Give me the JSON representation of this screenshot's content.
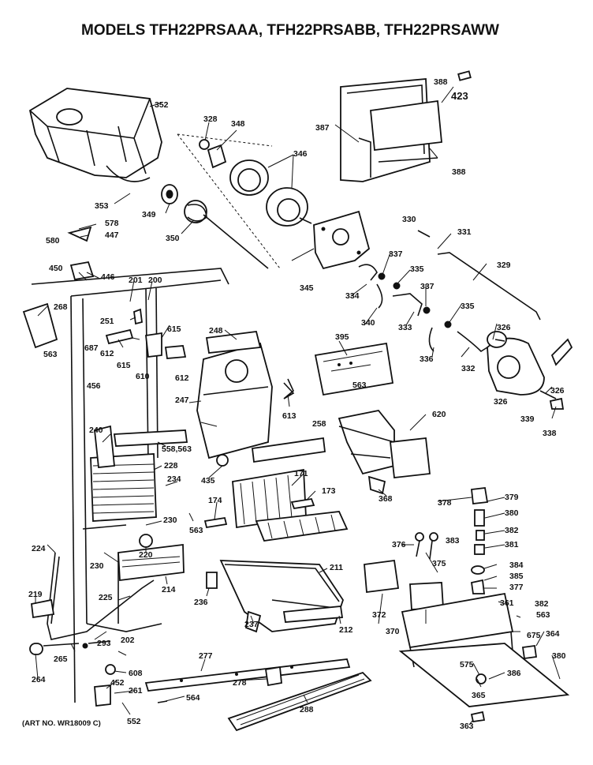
{
  "title": "MODELS TFH22PRSAAA, TFH22PRSABB, TFH22PRSAWW",
  "art_number": "(ART NO. WR18009 C)",
  "labels": {
    "p352": "352",
    "p328": "328",
    "p348": "348",
    "p346": "346",
    "p388a": "388",
    "p423": "423",
    "p387": "387",
    "p388b": "388",
    "p353": "353",
    "p349": "349",
    "p350": "350",
    "p578": "578",
    "p447": "447",
    "p580": "580",
    "p330": "330",
    "p331": "331",
    "p450": "450",
    "p446": "446",
    "p345": "345",
    "p337a": "337",
    "p335a": "335",
    "p329": "329",
    "p201": "201",
    "p200": "200",
    "p334": "334",
    "p337b": "337",
    "p268": "268",
    "p251": "251",
    "p615a": "615",
    "p248": "248",
    "p340": "340",
    "p333": "333",
    "p335b": "335",
    "p687": "687",
    "p612a": "612",
    "p395": "395",
    "p326a": "326",
    "p563a": "563",
    "p615b": "615",
    "p610": "610",
    "p612b": "612",
    "p336": "336",
    "p332": "332",
    "p326b": "326",
    "p456": "456",
    "p563b": "563",
    "p326c": "326",
    "p247": "247",
    "p613": "613",
    "p620": "620",
    "p339": "339",
    "p258": "258",
    "p240": "240",
    "p558": "558,563",
    "p338": "338",
    "p228": "228",
    "p234": "234",
    "p435": "435",
    "p171": "171",
    "p173": "173",
    "p368": "368",
    "p378": "378",
    "p379": "379",
    "p174": "174",
    "p380a": "380",
    "p230a": "230",
    "p563c": "563",
    "p382a": "382",
    "p224": "224",
    "p376": "376",
    "p383": "383",
    "p381": "381",
    "p220": "220",
    "p375": "375",
    "p230b": "230",
    "p211": "211",
    "p384": "384",
    "p385": "385",
    "p214": "214",
    "p377": "377",
    "p219": "219",
    "p225": "225",
    "p236": "236",
    "p237": "237",
    "p372": "372",
    "p361": "361",
    "p382b": "382",
    "p563d": "563",
    "p212": "212",
    "p370": "370",
    "p202": "202",
    "p675": "675",
    "p364": "364",
    "p293": "293",
    "p265": "265",
    "p277": "277",
    "p380b": "380",
    "p264": "264",
    "p608": "608",
    "p575": "575",
    "p386": "386",
    "p452": "452",
    "p278": "278",
    "p261": "261",
    "p564": "564",
    "p365": "365",
    "p288": "288",
    "p552": "552",
    "p363": "363"
  }
}
